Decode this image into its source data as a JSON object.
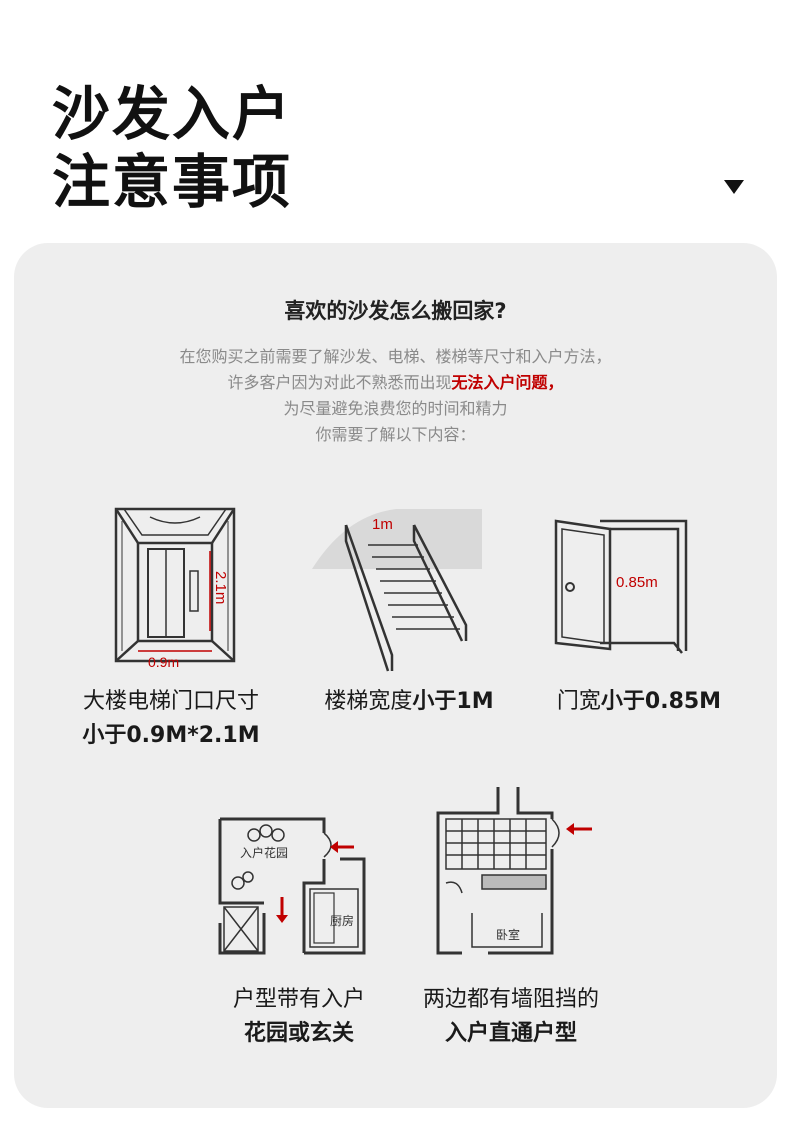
{
  "header": {
    "title_line1": "沙发入户",
    "title_line2": "注意事项"
  },
  "card": {
    "question": "喜欢的沙发怎么搬回家?",
    "intro": {
      "line1": "在您购买之前需要了解沙发、电梯、楼梯等尺寸和入户方法，",
      "line2_prefix": "许多客户因为对此不熟悉而出现",
      "line2_highlight": "无法入户问题，",
      "line3": "为尽量避免浪费您的时间和精力",
      "line4": "你需要了解以下内容："
    },
    "items": [
      {
        "label_plain": "大楼电梯门口尺寸",
        "label_bold": "小于0.9M*2.1M",
        "dim_width": "0.9m",
        "dim_height": "2.1m"
      },
      {
        "label_plain": "楼梯宽度",
        "label_bold": "小于1M",
        "dim_width": "1m"
      },
      {
        "label_plain": "门宽",
        "label_bold": "小于0.85M",
        "dim_width": "0.85m"
      },
      {
        "label_plain": "户型带有入户",
        "label_bold": "花园或玄关",
        "room_garden": "入户花园",
        "room_kitchen": "厨房"
      },
      {
        "label_plain": "两边都有墙阻挡的",
        "label_bold": "入户直通户型",
        "room_bedroom": "卧室"
      }
    ]
  },
  "colors": {
    "accent": "#c00000",
    "card_bg": "#eeeeee",
    "line": "#333333"
  },
  "icons": [
    "down-triangle-icon",
    "elevator-icon",
    "stairs-icon",
    "door-icon",
    "garden-floorplan-icon",
    "corridor-floorplan-icon",
    "red-arrow-icon"
  ]
}
